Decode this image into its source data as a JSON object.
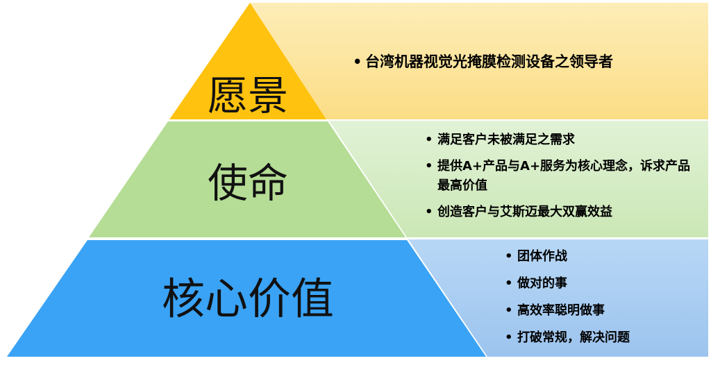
{
  "colors": {
    "vision_fill": "#FFC20E",
    "vision_panel": "#FCE49B",
    "mission_fill": "#B5DD95",
    "mission_panel": "#D5ECC6",
    "values_fill": "#3AA3F5",
    "values_panel": "#A9CCF2"
  },
  "tiers": {
    "vision": {
      "title": "愿景",
      "bullets": [
        "台湾机器视觉光掩膜检测设备之领导者"
      ]
    },
    "mission": {
      "title": "使命",
      "bullets": [
        "满足客户未被满足之需求",
        "提供A+产品与A+服务为核心理念，诉求产品最高价值",
        "创造客户与艾斯迈最大双赢效益"
      ]
    },
    "values": {
      "title": "核心价值",
      "bullets": [
        "团体作战",
        "做对的事",
        "高效率聪明做事",
        "打破常规，解决问题"
      ]
    }
  }
}
